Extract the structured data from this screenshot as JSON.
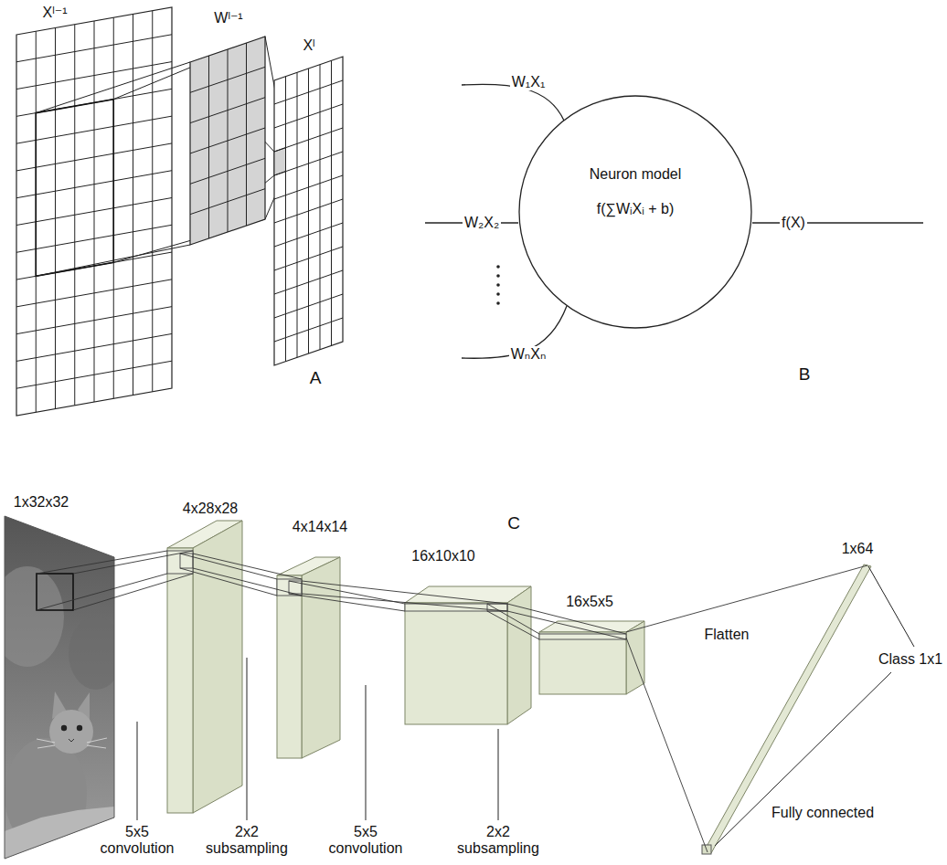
{
  "diagram": {
    "nodes": [
      {
        "text": [
          "Neuron model",
          "f(∑WᵢXᵢ + b)"
        ]
      },
      {
        "text": [
          "1x32x32"
        ]
      },
      {
        "text": [
          "4x28x28"
        ]
      },
      {
        "text": [
          "4x14x14"
        ]
      },
      {
        "text": [
          "16x10x10"
        ]
      },
      {
        "text": [
          "16x5x5"
        ]
      },
      {
        "text": [
          "1x64"
        ]
      }
    ],
    "edges": [
      {
        "from": 1,
        "to": 2,
        "arrow": "none"
      },
      {
        "from": 2,
        "to": 3,
        "arrow": "none"
      },
      {
        "from": 3,
        "to": 4,
        "arrow": "none"
      },
      {
        "from": 4,
        "to": 5,
        "arrow": "none"
      },
      {
        "from": 5,
        "to": 6,
        "arrow": "none"
      }
    ],
    "labels": [
      "Xˡ⁻¹",
      "Wˡ⁻¹",
      "Xˡ",
      "A",
      "W₁X₁",
      "W₂X₂",
      "WₙXₙ",
      "f(X)",
      "B",
      "C",
      "Flatten",
      "Class 1x1",
      "Fully connected",
      "5x5 convolution",
      "2x2 subsampling",
      "5x5 convolution",
      "2x2 subsampling"
    ]
  }
}
